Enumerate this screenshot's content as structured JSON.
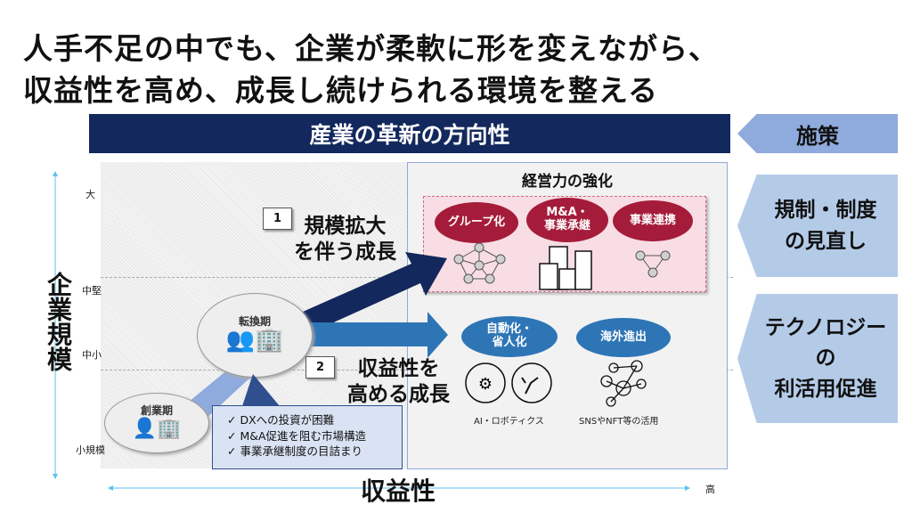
{
  "title": {
    "line1": "人手不足の中でも、企業が柔軟に形を変えながら、",
    "line2": "収益性を高め、成長し続けられる環境を整える"
  },
  "header": {
    "direction": "産業の革新の方向性",
    "measures": "施策"
  },
  "measures": [
    {
      "label": "規制・制度の見直し"
    },
    {
      "label_l1": "テクノロジー",
      "label_l2": "の",
      "label_l3": "利活用促進"
    }
  ],
  "axes": {
    "y_label": "企業規模",
    "x_label": "収益性",
    "x_high": "高",
    "y_ticks": [
      "大",
      "中堅",
      "中小",
      "小規模"
    ]
  },
  "stages": {
    "founding": "創業期",
    "transition": "転換期"
  },
  "paths": [
    {
      "num": "1",
      "l1": "規模拡大",
      "l2": "を伴う成長"
    },
    {
      "num": "2",
      "l1": "収益性を",
      "l2": "高める成長"
    }
  ],
  "issues": [
    "✓ DXへの投資が困難",
    "✓ M&A促進を阻む市場構造",
    "✓ 事業承継制度の目詰まり"
  ],
  "management": {
    "title": "経営力の強化",
    "items": [
      "グループ化",
      "M&A・",
      "事業承継",
      "事業連携"
    ]
  },
  "tech": {
    "items": [
      {
        "l1": "自動化・",
        "l2": "省人化",
        "caption": "AI・ロボティクス"
      },
      {
        "l1": "海外進出",
        "caption": "SNSやNFT等の活用"
      }
    ]
  },
  "colors": {
    "navy": "#13285c",
    "crimson": "#a51c3a",
    "blue": "#2e75b6",
    "light_blue": "#b4cbe8"
  }
}
